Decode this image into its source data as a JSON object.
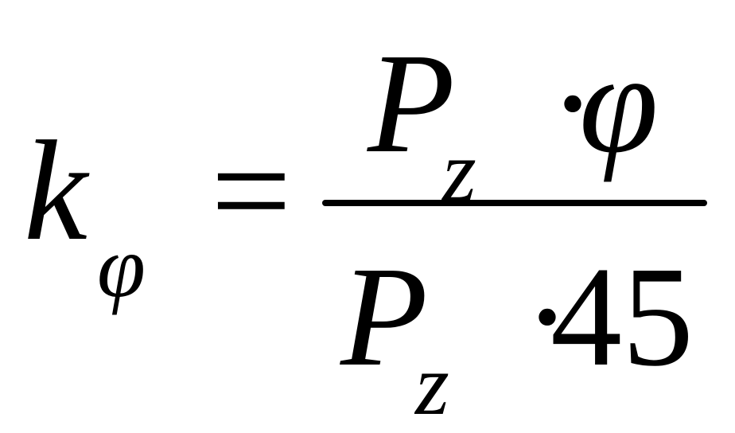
{
  "formula": {
    "lhs": {
      "symbol": "k",
      "subscript": "φ"
    },
    "relation": "=",
    "numerator": {
      "symbol": "P",
      "subscript": "z",
      "operator": "·",
      "factor": "φ"
    },
    "denominator": {
      "symbol": "P",
      "subscript": "z",
      "operator": "·",
      "factor": "45"
    }
  }
}
